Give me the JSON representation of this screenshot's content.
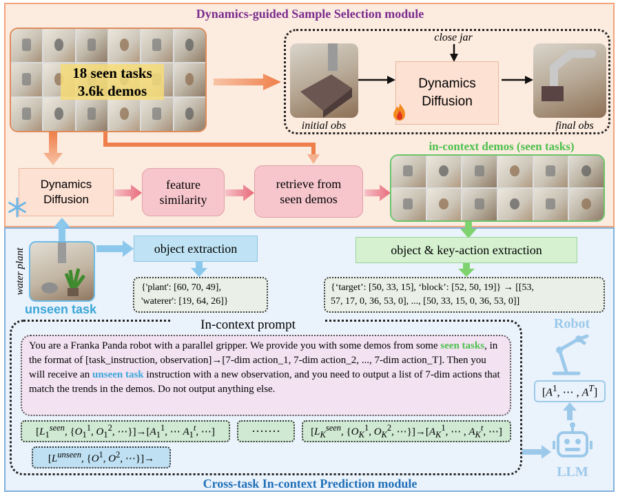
{
  "top_module": {
    "title": "Dynamics-guided Sample Selection module",
    "title_color": "#7a2c8e"
  },
  "bottom_module": {
    "title": "Cross-task In-context Prediction module",
    "title_color": "#1f6fb8"
  },
  "seen_tasks": {
    "line1": "18 seen tasks",
    "line2": "3.6k demos"
  },
  "dynamics_box": {
    "instruction": "close jar",
    "label_line1": "Dynamics",
    "label_line2": "Diffusion",
    "initial_label": "initial obs",
    "final_label": "final obs",
    "fire_icon": "fire-icon"
  },
  "pipeline": {
    "dynamics_line1": "Dynamics",
    "dynamics_line2": "Diffusion",
    "snow_icon": "snowflake-icon",
    "feature_line1": "feature",
    "feature_line2": "similarity",
    "retrieve_line1": "retrieve from",
    "retrieve_line2": "seen demos",
    "in_context_title": "in-context demos (seen tasks)"
  },
  "unseen": {
    "side_label": "water plant",
    "caption": "unseen task",
    "object_extraction": "object extraction",
    "object_features_line1": "{'plant': [60, 70, 49],",
    "object_features_line2": "'waterer': [19, 64, 26]}",
    "key_action_extraction": "object & key-action extraction",
    "key_action_line1": "{‘target’: [50, 33, 15], ‘block’: [52, 50, 19]} → [[53,",
    "key_action_line2": "57, 17, 0, 36, 53, 0], ..., [50, 33, 15, 0, 36, 53, 0]]"
  },
  "prompt": {
    "title": "In-context prompt",
    "part1": "You are a Franka Panda robot with a parallel gripper. We provide you with some demos from some ",
    "seen_phrase": "seen tasks",
    "part2": ", in the format of [task_instruction, observation]→[7-dim action_1, 7-dim action_2, ..., 7-dim action_T]. Then you will receive an ",
    "unseen_phrase": "unseen task",
    "part3": " instruction with a new observation, and you need to output a list of 7-dim actions that match the trends in the demos. Do not output anything else.",
    "ellipsis": "·······"
  },
  "robot": {
    "title": "Robot",
    "output": "[A¹, ⋯ , Aᵀ]",
    "llm": "LLM"
  }
}
